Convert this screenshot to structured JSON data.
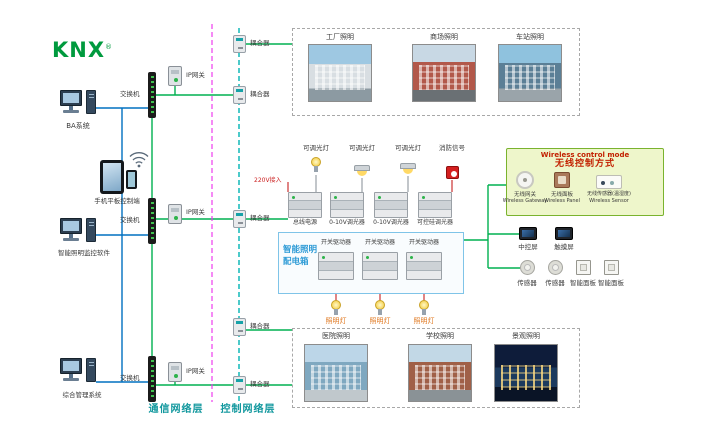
{
  "logo": {
    "text": "KNX",
    "reg": "®"
  },
  "left_column": {
    "computers": [
      {
        "label": "BA系统"
      },
      {
        "label": "智能照明监控软件"
      },
      {
        "label": "综合管理系统"
      }
    ],
    "tablet": {
      "label": "手机平板控制端"
    }
  },
  "network": {
    "switches": [
      {
        "label": "交换机"
      },
      {
        "label": "交换机"
      },
      {
        "label": "交换机"
      }
    ],
    "gateways": [
      {
        "label": "IP网关"
      },
      {
        "label": "IP网关"
      },
      {
        "label": "IP网关"
      }
    ],
    "couplers": [
      {
        "label": "耦合器"
      },
      {
        "label": "耦合器"
      },
      {
        "label": "耦合器"
      },
      {
        "label": "耦合器"
      },
      {
        "label": "耦合器"
      }
    ],
    "layer_labels": {
      "communication": "通信网络层",
      "control": "控制网络层"
    }
  },
  "top_scenes": [
    {
      "label": "工厂照明"
    },
    {
      "label": "商场照明"
    },
    {
      "label": "车站照明"
    }
  ],
  "bottom_scenes": [
    {
      "label": "医院照明"
    },
    {
      "label": "学校照明"
    },
    {
      "label": "景观照明"
    }
  ],
  "field_devices": {
    "power_input": "220V接入",
    "top_loads": [
      {
        "label": "可调光灯"
      },
      {
        "label": "可调光灯"
      },
      {
        "label": "可调光灯"
      },
      {
        "label": "消防信号"
      }
    ],
    "din_row": [
      {
        "label": "总线电源"
      },
      {
        "label": "0-10V调光器"
      },
      {
        "label": "0-10V调光器"
      },
      {
        "label": "可控硅调光器"
      }
    ],
    "cabinet": {
      "title_line1": "智能照明",
      "title_line2": "配电箱",
      "actuators": [
        {
          "label": "开关驱动器"
        },
        {
          "label": "开关驱动器"
        },
        {
          "label": "开关驱动器"
        }
      ]
    },
    "bottom_loads": [
      {
        "label": "照明灯"
      },
      {
        "label": "照明灯"
      },
      {
        "label": "照明灯"
      }
    ]
  },
  "wireless": {
    "title_en": "Wireless control mode",
    "title_cn": "无线控制方式",
    "items": [
      {
        "cn": "无线网关",
        "en": "Wireless Gateway"
      },
      {
        "cn": "无线面板",
        "en": "Wireless Panel"
      },
      {
        "cn": "无线传感器(温湿度)",
        "en": "Wireless Sensor"
      }
    ]
  },
  "right_devices": {
    "screens": [
      {
        "label": "中控屏"
      },
      {
        "label": "触摸屏"
      }
    ],
    "sensors": [
      {
        "label": "传感器"
      },
      {
        "label": "传感器"
      }
    ],
    "panels": [
      {
        "label": "智能面板"
      },
      {
        "label": "智能面板"
      }
    ]
  },
  "colors": {
    "knx_green": "#009a3e",
    "bus_green": "#00b050",
    "lan_blue": "#0070c0",
    "backbone_teal": "#00b3b3",
    "layer_divider_magenta": "#ee3dee",
    "alarm_red": "#d42020",
    "load_label_orange": "#e07820",
    "cabinet_blue": "#2e9bd6"
  }
}
